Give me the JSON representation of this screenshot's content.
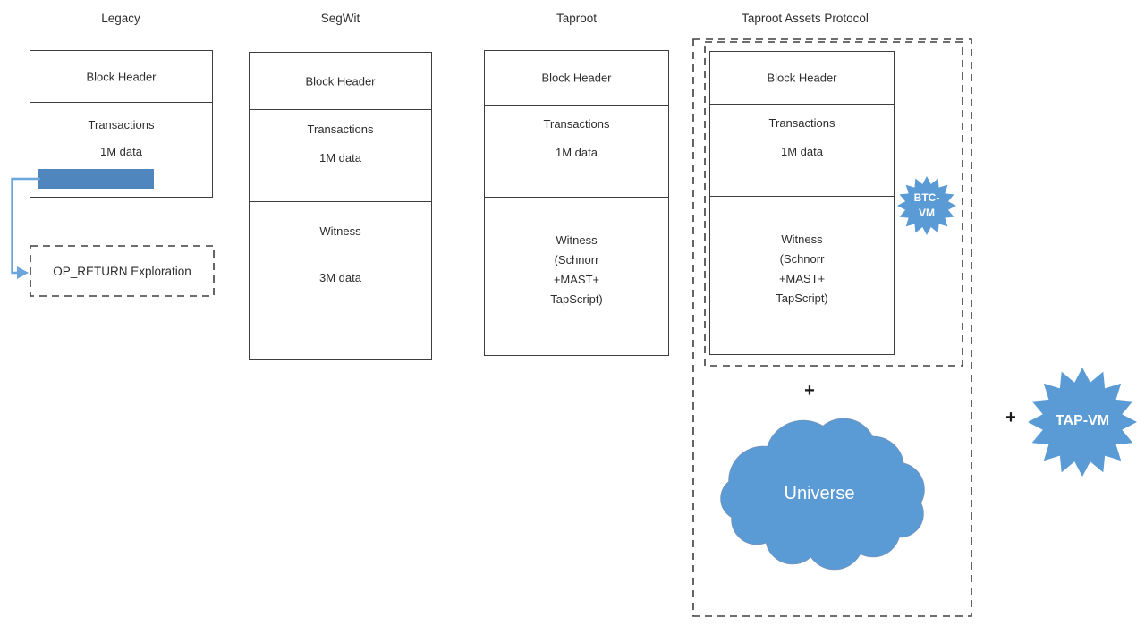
{
  "diagram": {
    "legacy": {
      "title": "Legacy",
      "block_header": "Block Header",
      "transactions": "Transactions",
      "transactions_size": "1M data",
      "op_return_label": "OP_RETURN Exploration"
    },
    "segwit": {
      "title": "SegWit",
      "block_header": "Block Header",
      "transactions": "Transactions",
      "transactions_size": "1M data",
      "witness": "Witness",
      "witness_size": "3M data"
    },
    "taproot": {
      "title": "Taproot",
      "block_header": "Block Header",
      "transactions": "Transactions",
      "transactions_size": "1M data",
      "witness_lines": [
        "Witness",
        "(Schnorr",
        "+MAST+",
        "TapScript)"
      ]
    },
    "taproot_assets": {
      "title": "Taproot Assets Protocol",
      "block_header": "Block Header",
      "transactions": "Transactions",
      "transactions_size": "1M data",
      "witness_lines": [
        "Witness",
        "(Schnorr",
        "+MAST+",
        "TapScript)"
      ],
      "btc_vm_lines": [
        "BTC-",
        "VM"
      ],
      "plus": "+",
      "universe": "Universe"
    },
    "tap_vm": {
      "plus": "+",
      "label": "TAP-VM"
    },
    "colors": {
      "accent_blue": "#5B9BD5",
      "bar_blue": "#4E86BD",
      "arrow_blue": "#6CA4DC",
      "line_dark": "#3E3E3E"
    }
  }
}
